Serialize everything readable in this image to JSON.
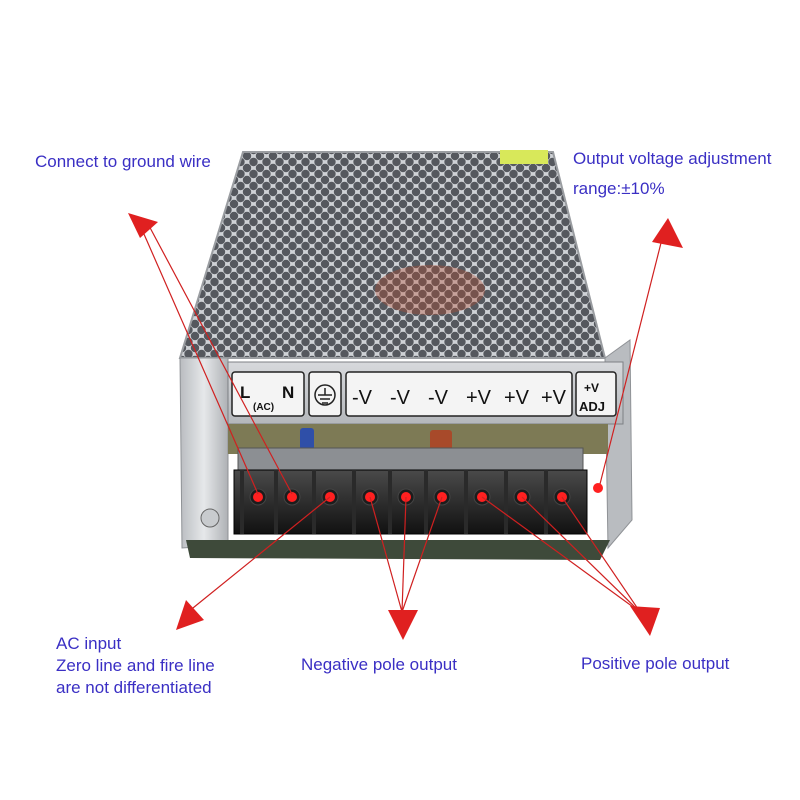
{
  "callouts": {
    "ground": "Connect to ground wire",
    "vadj_line1": "Output voltage adjustment",
    "vadj_line2": "range:±10%",
    "ac_input": [
      "AC input",
      "Zero line and fire line",
      "are not differentiated"
    ],
    "negative": "Negative pole output",
    "positive": "Positive pole output"
  },
  "terminal_labels": {
    "L": "L",
    "AC": "(AC)",
    "N": "N",
    "minus_v": [
      "-V",
      "-V",
      "-V"
    ],
    "plus_v": [
      "+V",
      "+V",
      "+V"
    ],
    "adj_top": "+V",
    "adj_bottom": "ADJ"
  },
  "colors": {
    "callout_text": "#3a2fc4",
    "arrow": "#e02020",
    "leader_line": "#d02020",
    "terminal_dot": "#ff2020"
  }
}
